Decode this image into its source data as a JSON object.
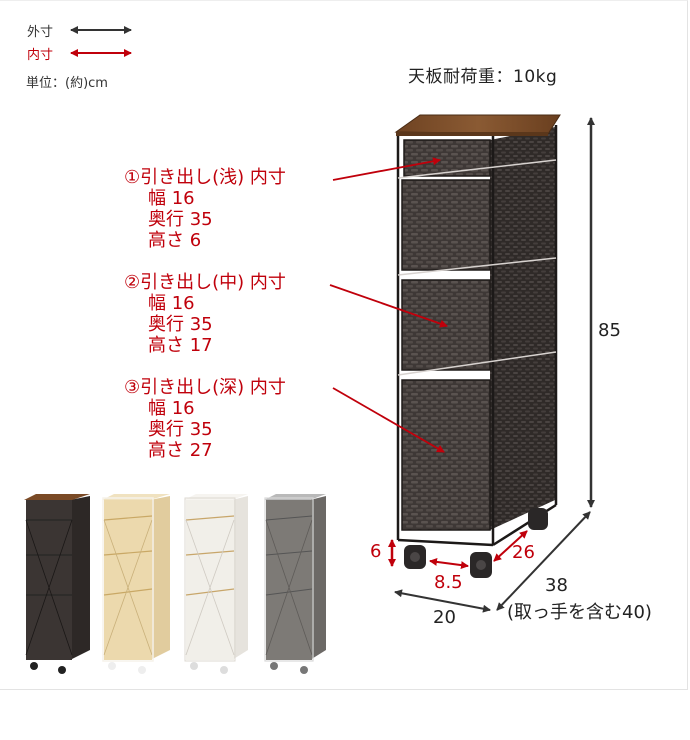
{
  "legend": {
    "outer": {
      "label": "外寸",
      "color": "#333333"
    },
    "inner": {
      "label": "内寸",
      "color": "#c0000b"
    },
    "unit": "単位：(約)cm"
  },
  "load_capacity": "天板耐荷重：10kg",
  "drawers": [
    {
      "title": "①引き出し(浅) 内寸",
      "width": "幅 16",
      "depth": "奥行 35",
      "height": "高さ 6"
    },
    {
      "title": "②引き出し(中) 内寸",
      "width": "幅 16",
      "depth": "奥行 35",
      "height": "高さ 17"
    },
    {
      "title": "③引き出し(深) 内寸",
      "width": "幅 16",
      "depth": "奥行 35",
      "height": "高さ 27"
    }
  ],
  "dimensions": {
    "total_height": "85",
    "width": "20",
    "depth": "38",
    "depth_note": "(取っ手を含む40)",
    "caster_height": "6",
    "caster_spacing_width": "8.5",
    "caster_spacing_depth": "26"
  },
  "color_variants": [
    {
      "name": "dark-brown",
      "frame": "#2a2624",
      "body": "#3b3533",
      "top": "#7a4a26"
    },
    {
      "name": "natural",
      "frame": "#f3efe6",
      "body": "#ecd9ad",
      "top": "#f0e2c0"
    },
    {
      "name": "white",
      "frame": "#f4f2ee",
      "body": "#f1efe9",
      "top": "#f6f4f0"
    },
    {
      "name": "gray",
      "frame": "#d8d8d8",
      "body": "#7d7a76",
      "top": "#b9b9b9"
    }
  ],
  "colors": {
    "accent_red": "#c0000b",
    "text_dark": "#222222"
  }
}
